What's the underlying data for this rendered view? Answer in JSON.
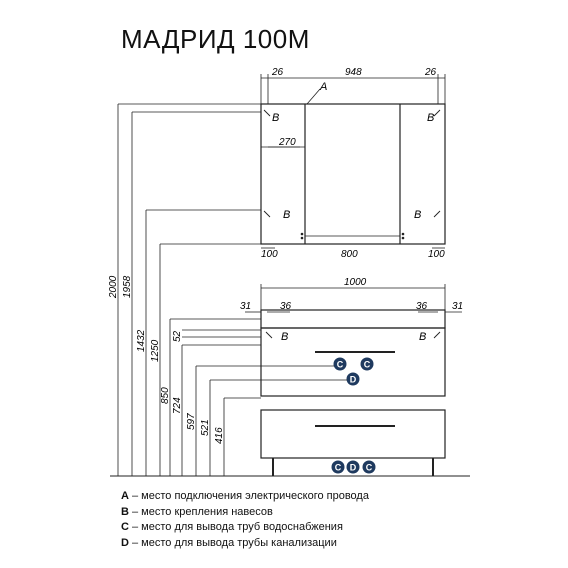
{
  "title": "МАДРИД 100М",
  "top_cabinet": {
    "dims_top": [
      "26",
      "948",
      "26"
    ],
    "label_A": "A",
    "label_B": "B",
    "dim_270": "270",
    "dim_800": "800",
    "dim_100_left": "100",
    "dim_100_right": "100"
  },
  "bottom_cabinet": {
    "dim_total": "1000",
    "dims_sides": [
      "31",
      "36",
      "36",
      "31"
    ],
    "label_B": "B",
    "label_C": "C",
    "label_D": "D"
  },
  "vertical_dims": [
    "2000",
    "1958",
    "1432",
    "1250",
    "850",
    "724",
    "597",
    "521",
    "416",
    "52"
  ],
  "legend": [
    {
      "key": "A",
      "text": " – место подключения электрического провода"
    },
    {
      "key": "B",
      "text": " – место крепления навесов"
    },
    {
      "key": "C",
      "text": " – место для вывода труб водоснабжения"
    },
    {
      "key": "D",
      "text": " – место для вывода трубы канализации"
    }
  ],
  "colors": {
    "line": "#222222",
    "marker": "#1f3a5f"
  }
}
